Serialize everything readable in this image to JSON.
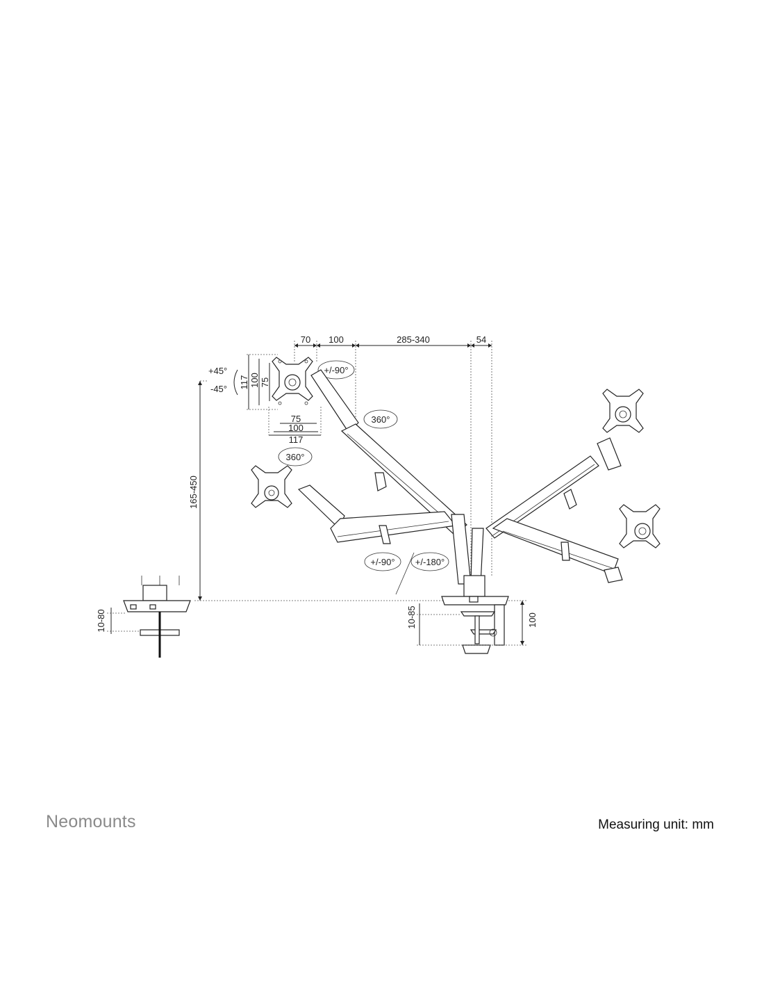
{
  "brand": {
    "name": "Neomounts"
  },
  "footer": {
    "unit_note": "Measuring unit: mm"
  },
  "dimensions": {
    "top_offset_1": "70",
    "top_offset_2": "100",
    "arm_reach": "285-340",
    "pole_offset": "54",
    "vesa_h_117": "117",
    "vesa_h_100": "100",
    "vesa_h_75": "75",
    "vesa_w_75": "75",
    "vesa_w_100": "100",
    "vesa_w_117": "117",
    "height_range": "165-450",
    "desk_grommet": "10-80",
    "desk_clamp": "10-85",
    "clamp_depth": "100"
  },
  "rotations": {
    "tilt_up": "+45°",
    "tilt_down": "-45°",
    "rotate_screen": "+/-90°",
    "swivel_1": "360°",
    "swivel_2": "360°",
    "arm_swivel": "+/-90°",
    "base_swivel": "+/-180°"
  }
}
